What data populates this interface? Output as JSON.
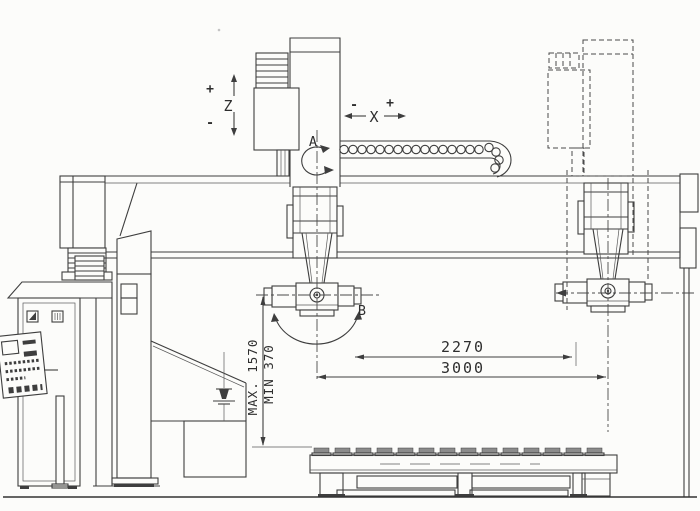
{
  "colors": {
    "background": "#fcfcfa",
    "line": "#3e3e3e",
    "text": "#2e2e2e"
  },
  "axis_symbols": {
    "z": {
      "label": "Z",
      "plus": "+",
      "minus": "-"
    },
    "x": {
      "label": "X",
      "plus": "+",
      "minus": "-"
    }
  },
  "rotary_axes": {
    "a_label": "A",
    "b_label": "B"
  },
  "dimensions": {
    "horizontal": [
      {
        "value": "2270"
      },
      {
        "value": "3000"
      }
    ],
    "vertical": [
      {
        "value": "MAX. 1570"
      },
      {
        "value": "MIN 370"
      }
    ]
  },
  "icons": {
    "z_plus_arrow": "up-arrow",
    "z_minus_arrow": "down-arrow",
    "x_minus_arrow": "left-arrow",
    "x_plus_arrow": "right-arrow",
    "a_rotation_arrow": "rotation-arc",
    "b_rotation_arrow": "rotation-arc"
  }
}
